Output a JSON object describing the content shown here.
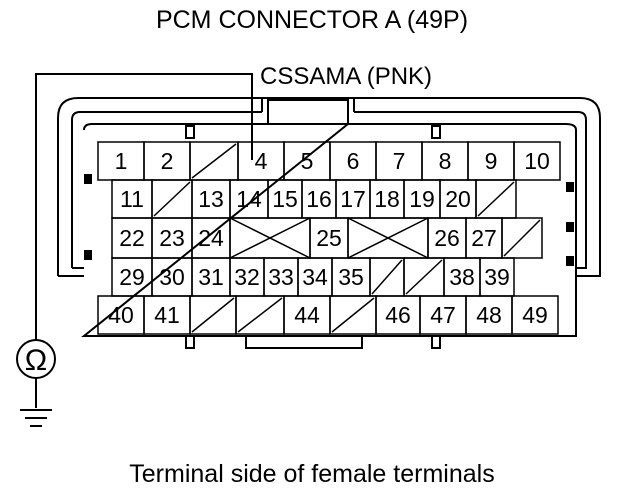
{
  "title": "PCM CONNECTOR A (49P)",
  "wire_label": "CSSAMA (PNK)",
  "caption": "Terminal side of female terminals",
  "meter": {
    "symbol": "Ω",
    "icon": "ohmmeter-icon"
  },
  "ground": {
    "icon": "ground-icon"
  },
  "probe_terminal": "4",
  "connector": {
    "rows": [
      {
        "cells": [
          "1",
          "2",
          "/",
          "4",
          "5",
          "6",
          "7",
          "8",
          "9",
          "10"
        ]
      },
      {
        "cells": [
          "11",
          "/",
          "13",
          "14",
          "15",
          "16",
          "17",
          "18",
          "19",
          "20",
          "/"
        ]
      },
      {
        "cells": [
          "22",
          "23",
          "24",
          "X",
          "25",
          "X",
          "26",
          "27",
          "/"
        ]
      },
      {
        "cells": [
          "29",
          "30",
          "31",
          "32",
          "33",
          "34",
          "35",
          "/",
          "/",
          "38",
          "39"
        ]
      },
      {
        "cells": [
          "40",
          "41",
          "/",
          "/",
          "44",
          "/",
          "46",
          "47",
          "48",
          "49"
        ]
      }
    ]
  }
}
